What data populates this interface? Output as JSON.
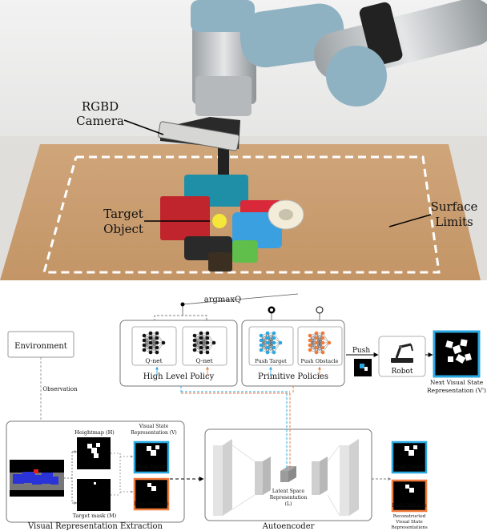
{
  "photo": {
    "labels": {
      "camera_line1": "RGBD",
      "camera_line2": "Camera",
      "target_line1": "Target",
      "target_line2": "Object",
      "limits_line1": "Surface",
      "limits_line2": "Limits"
    }
  },
  "diagram": {
    "environment": "Environment",
    "observation": "Observation",
    "argmax": "argmaxQ",
    "qnet": "Q-net",
    "high_level_policy": "High Level Policy",
    "push_target": "Push Target",
    "push_obstacle": "Push Obstacle",
    "primitive_policies": "Primitive Policies",
    "push_action": "Push",
    "robot": "Robot",
    "next_state_line1": "Next Visual State",
    "next_state_line2": "Representation (V')",
    "heightmap": "Heightmap (H)",
    "visual_state_line1": "Visual State",
    "visual_state_line2": "Representation (V)",
    "target_mask": "Target mask (M)",
    "visual_extraction": "Visual Representation Extraction",
    "latent_line1": "Latent Space",
    "latent_line2": "Representation",
    "latent_line3": "(L)",
    "autoencoder": "Autoencoder",
    "reconstructed_line1": "Reconstructed",
    "reconstructed_line2": "Visual State",
    "reconstructed_line3": "Representations"
  },
  "colors": {
    "push_target": "#29a8e0",
    "push_obstacle": "#f07a3a",
    "table": "#c9a27a",
    "robot_cap": "#8fb2c2"
  }
}
